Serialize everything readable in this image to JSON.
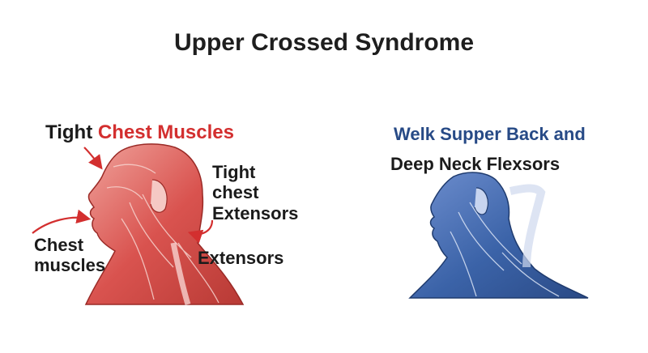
{
  "title": "Upper Crossed Syndrome",
  "left_panel": {
    "label_top_prefix": "Tight",
    "label_top_highlight": "Chest Muscles",
    "label_chest": [
      "Chest",
      "muscles"
    ],
    "label_tight_chest_extensors": [
      "Tight",
      "chest",
      "Extensors"
    ],
    "label_extensors": "Extensors"
  },
  "right_panel": {
    "label_line1": "Welk Supper Back and",
    "label_line2": "Deep Neck Flexsors"
  },
  "colors": {
    "tight_muscle": "#d9534f",
    "weak_muscle": "#3b63a8",
    "highlight_text_red": "#d32f2f",
    "highlight_text_blue": "#274a86"
  }
}
